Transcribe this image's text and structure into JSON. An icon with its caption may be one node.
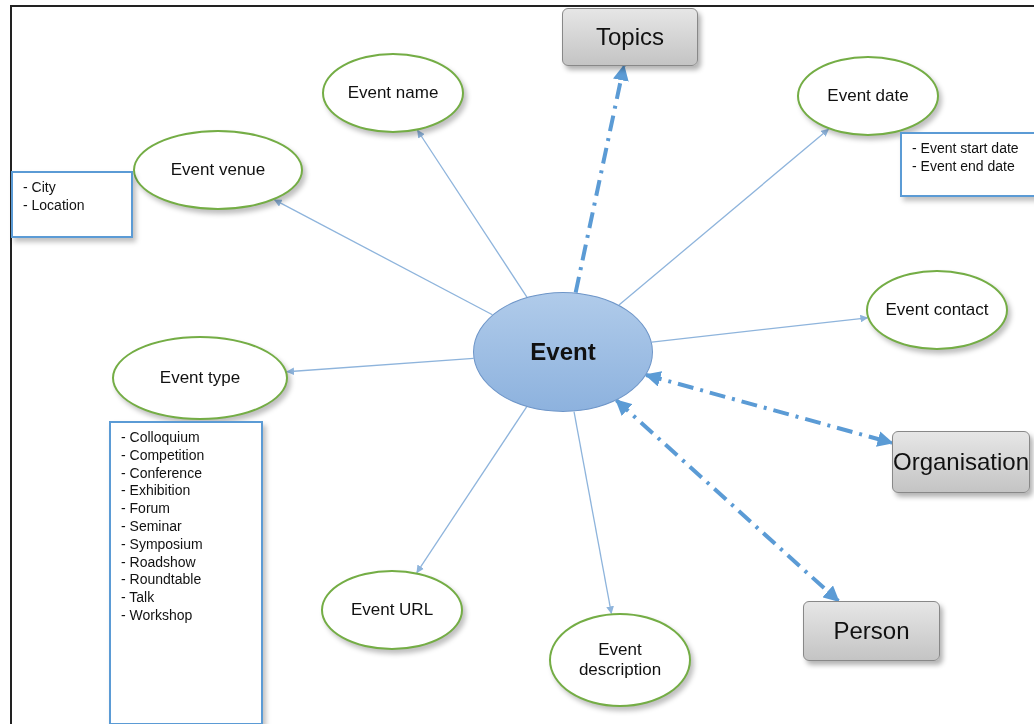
{
  "diagram": {
    "nodes": [
      {
        "text": [
          "Event"
        ]
      },
      {
        "text": [
          "Topics"
        ]
      },
      {
        "text": [
          "Event name"
        ]
      },
      {
        "text": [
          "Event date"
        ]
      },
      {
        "text": [
          "- Event start date",
          "- Event end date"
        ]
      },
      {
        "text": [
          "Event venue"
        ]
      },
      {
        "text": [
          "- City",
          "- Location"
        ]
      },
      {
        "text": [
          "Event contact"
        ]
      },
      {
        "text": [
          "Event type"
        ]
      },
      {
        "text": [
          "- Colloquium",
          "- Competition",
          "- Conference",
          "- Exhibition",
          "- Forum",
          "- Seminar",
          "- Symposium",
          "- Roadshow",
          "- Roundtable",
          "- Talk",
          "- Workshop"
        ]
      },
      {
        "text": [
          "Organisation"
        ]
      },
      {
        "text": [
          "Event URL"
        ]
      },
      {
        "text": [
          "Person"
        ]
      },
      {
        "text": [
          "Event description"
        ]
      }
    ],
    "edges": [
      {
        "from": 0,
        "to": 1,
        "arrow": "to",
        "style": "dashed",
        "color": "#5b9bd5"
      },
      {
        "from": 0,
        "to": 2,
        "arrow": "to"
      },
      {
        "from": 0,
        "to": 3,
        "arrow": "to"
      },
      {
        "from": 0,
        "to": 5,
        "arrow": "to"
      },
      {
        "from": 0,
        "to": 7,
        "arrow": "to"
      },
      {
        "from": 0,
        "to": 8,
        "arrow": "to"
      },
      {
        "from": 0,
        "to": 10,
        "arrow": "both",
        "style": "dashed",
        "color": "#5b9bd5"
      },
      {
        "from": 0,
        "to": 11,
        "arrow": "to"
      },
      {
        "from": 0,
        "to": 12,
        "arrow": "both",
        "style": "dashed",
        "color": "#5b9bd5"
      },
      {
        "from": 0,
        "to": 13,
        "arrow": "to"
      }
    ]
  }
}
